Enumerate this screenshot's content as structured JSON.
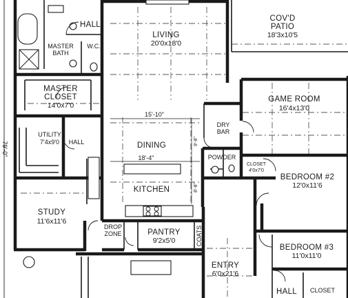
{
  "rooms": {
    "hall_top": {
      "name": "HALL"
    },
    "living": {
      "name": "LIVING",
      "dim": "20'0x18'0"
    },
    "patio": {
      "name": "COV'D",
      "name2": "PATIO",
      "dim": "18'3x10'5"
    },
    "master_bath": {
      "name": "MASTER",
      "name2": "BATH"
    },
    "wc": {
      "name": "W.C."
    },
    "master_closet": {
      "name": "MASTER",
      "name2": "CLOSET",
      "dim": "14'0x7'0"
    },
    "game_room": {
      "name": "GAME ROOM",
      "dim": "16'4x13'0"
    },
    "dry_bar": {
      "name": "DRY",
      "name2": "BAR"
    },
    "utility": {
      "name": "UTILITY",
      "dim": "7'4x9'0"
    },
    "hall_mid": {
      "name": "HALL"
    },
    "dining": {
      "name": "DINING"
    },
    "powder": {
      "name": "POWDER"
    },
    "closet_small": {
      "name": "CLOSET",
      "dim": "4'0x7'0"
    },
    "bedroom2": {
      "name": "BEDROOM #2",
      "dim": "12'0x11'6"
    },
    "kitchen": {
      "name": "KITCHEN"
    },
    "study": {
      "name": "STUDY",
      "dim": "11'6x11'6"
    },
    "drop_zone": {
      "name": "DROP",
      "name2": "ZONE"
    },
    "pantry": {
      "name": "PANTRY",
      "dim": "9'2x5'0"
    },
    "coats": {
      "name": "COATS"
    },
    "bedroom3": {
      "name": "BEDROOM #3",
      "dim": "11'0x11'0"
    },
    "entry": {
      "name": "ENTRY",
      "dim": "6'0x21'6"
    },
    "hall_bottom": {
      "name": "HALL"
    },
    "closet_bottom": {
      "name": "CLOSET"
    }
  },
  "dimensions": {
    "dining_width": "15'-10\"",
    "kitchen_width": "18'-4\"",
    "dining_depth": "9'-8\"",
    "kitchen_depth": "8'-8\"",
    "overall_side": "79'-0\""
  }
}
